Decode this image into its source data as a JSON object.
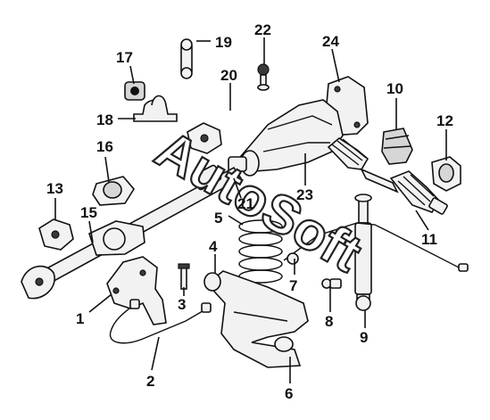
{
  "callouts": [
    {
      "id": "1",
      "label": "1"
    },
    {
      "id": "2",
      "label": "2"
    },
    {
      "id": "3",
      "label": "3"
    },
    {
      "id": "4",
      "label": "4"
    },
    {
      "id": "5",
      "label": "5"
    },
    {
      "id": "6",
      "label": "6"
    },
    {
      "id": "7",
      "label": "7"
    },
    {
      "id": "8",
      "label": "8"
    },
    {
      "id": "9",
      "label": "9"
    },
    {
      "id": "10",
      "label": "10"
    },
    {
      "id": "11",
      "label": "11"
    },
    {
      "id": "12",
      "label": "12"
    },
    {
      "id": "13",
      "label": "13"
    },
    {
      "id": "15",
      "label": "15"
    },
    {
      "id": "16",
      "label": "16"
    },
    {
      "id": "17",
      "label": "17"
    },
    {
      "id": "18",
      "label": "18"
    },
    {
      "id": "19",
      "label": "19"
    },
    {
      "id": "20",
      "label": "20"
    },
    {
      "id": "21",
      "label": "21"
    },
    {
      "id": "22",
      "label": "22"
    },
    {
      "id": "23",
      "label": "23"
    },
    {
      "id": "24",
      "label": "24"
    }
  ],
  "watermark": "AutoSoft",
  "colors": {
    "line": "#111111",
    "background": "#ffffff",
    "fill": "#f2f2f2"
  }
}
